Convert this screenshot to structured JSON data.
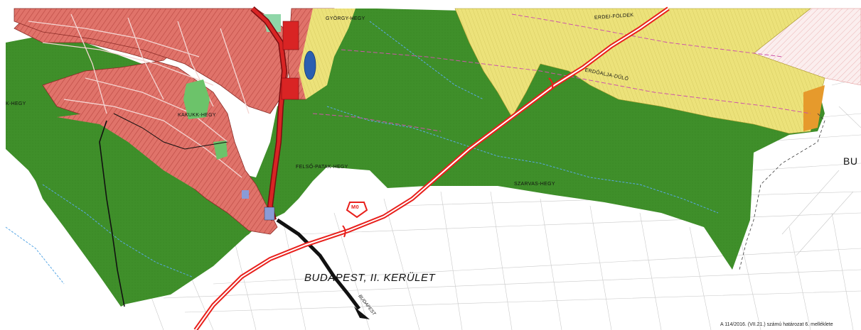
{
  "map": {
    "colors": {
      "forest": "#3f8f2a",
      "forest_dark": "#2f7a1f",
      "residential": "#e0736a",
      "residential_pattern": "#c24a43",
      "agricultural": "#ece27a",
      "park": "#6cc36a",
      "water": "#2b5fb0",
      "highway_red": "#e8201c",
      "main_road": "#c0151a",
      "black_road": "#111111",
      "boundary_pink": "#cc55aa",
      "stream": "#59a8e6",
      "outside_grid": "#bdbdbd"
    },
    "labels": {
      "gyorgy_hegy": "GYÖRGY-HEGY",
      "erdei_foldek": "ERDEI-FÖLDEK",
      "erdoalja_dulo": "ERDŐALJA-DŰLŐ",
      "kakukk_hegy": "KAKUKK-HEGY",
      "felso_patak_hegy": "FELSŐ-PATAK-HEGY",
      "szarvas_hegy": "SZARVAS-HEGY",
      "district": "BUDAPEST, II. KERÜLET",
      "road_budapest": "BUDAPEST",
      "edge_bu": "BU",
      "edge_hegy": "K-HEGY",
      "highway_badge": "M0",
      "footnote": "A 114/2016. (VII.21.) számú határozat 6. melléklete"
    }
  }
}
